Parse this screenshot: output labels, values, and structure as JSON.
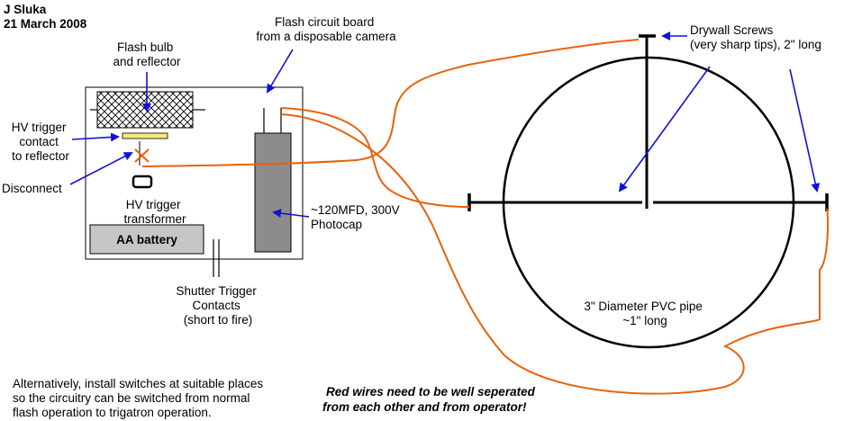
{
  "author": {
    "name": "J Sluka",
    "date": "21 March 2008"
  },
  "labels": {
    "flash_board": [
      "Flash circuit board",
      "from a disposable camera"
    ],
    "flash_bulb": [
      "Flash bulb",
      "and reflector"
    ],
    "hv_contact": [
      "HV trigger",
      "contact",
      "to reflector"
    ],
    "disconnect": "Disconnect",
    "hv_transformer": [
      "HV trigger",
      "transformer"
    ],
    "battery": "AA battery",
    "photocap": [
      "~120MFD, 300V",
      "Photocap"
    ],
    "shutter": [
      "Shutter Trigger",
      "Contacts",
      "(short to fire)"
    ],
    "drywall": [
      "Drywall Screws",
      "(very sharp tips), 2\" long"
    ],
    "pvc": [
      "3\" Diameter PVC pipe",
      "~1\" long"
    ],
    "alternative_note": [
      "Alternatively, install switches at suitable places",
      "so the circuitry can be switched from normal",
      "flash operation to trigatron operation."
    ],
    "warning": [
      "Red wires need to be well seperated",
      "from each other and from operator!"
    ]
  },
  "colors": {
    "wire": "#e8620c",
    "arrow": "#1010d8",
    "hv_contact_fill": "#f4ea7a",
    "photocap_fill": "#8c8c8c",
    "battery_fill": "#c6c6c6"
  }
}
